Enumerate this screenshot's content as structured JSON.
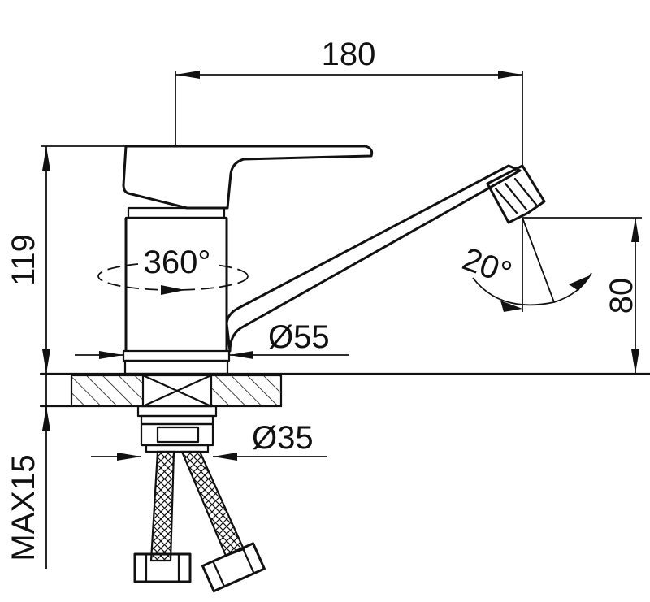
{
  "dimensions": {
    "spout_reach": "180",
    "total_height": "119",
    "spout_height": "80",
    "base_diameter": "Ø55",
    "thread_diameter": "Ø35",
    "max_thickness": "MAX15",
    "swivel_angle": "360°",
    "aerator_angle": "20°"
  },
  "colors": {
    "line": "#111111",
    "background": "#ffffff"
  }
}
